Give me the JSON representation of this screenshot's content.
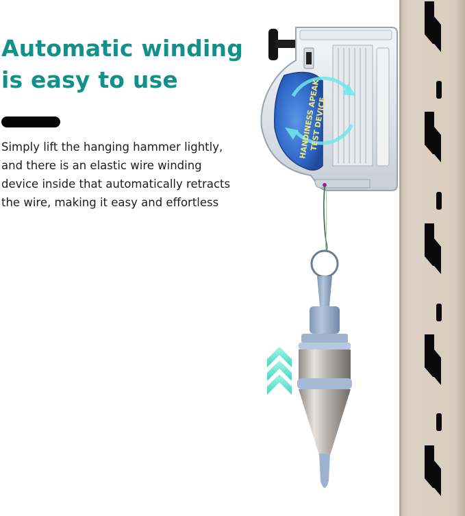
{
  "headline": {
    "line1": "Automatic winding",
    "line2": "is easy to use"
  },
  "description": {
    "lines": [
      "Simply lift the hanging hammer lightly,",
      "and there is an elastic wire winding",
      "device inside that automatically retracts",
      "the wire, making it easy and effortless"
    ]
  },
  "device_label": {
    "line1": "HANDINESS APEAK",
    "line2": "TEST DEVICE"
  },
  "colors": {
    "accent_teal": "#12918a",
    "arrow_cyan": "#5fe8d4",
    "device_blue": "#2f68c7",
    "rail_beige": "#d9ccbf",
    "slot_black": "#0a0a0a",
    "plumb_blue": "#93a9c7"
  },
  "icons": [
    "up-chevron-arrows-icon",
    "rotation-arrows-icon"
  ]
}
